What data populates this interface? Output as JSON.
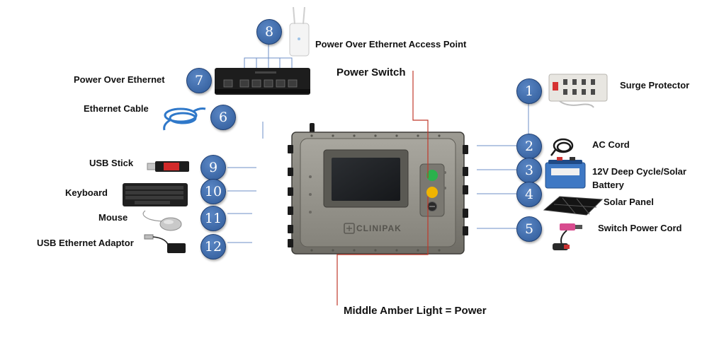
{
  "labels": {
    "poe_access_point": "Power Over Ethernet Access Point",
    "power_over_ethernet": "Power Over Ethernet",
    "ethernet_cable": "Ethernet Cable",
    "usb_stick": "USB Stick",
    "keyboard": "Keyboard",
    "mouse": "Mouse",
    "usb_ethernet_adaptor": "USB Ethernet Adaptor",
    "power_switch": "Power Switch",
    "middle_amber_light": "Middle Amber Light = Power",
    "surge_protector": "Surge Protector",
    "ac_cord": "AC Cord",
    "battery_line1": "12V Deep Cycle/Solar",
    "battery_line2": "Battery",
    "solar_panel": "Solar Panel",
    "switch_power_cord": "Switch Power Cord",
    "brand": "CLINIPAK"
  },
  "numbers": [
    "1",
    "2",
    "3",
    "4",
    "5",
    "6",
    "7",
    "8",
    "9",
    "10",
    "11",
    "12"
  ],
  "colors": {
    "badge_blue": "#3a65a5",
    "leader_red": "#c0392b",
    "leader_blue": "#5b86c4",
    "indicator_green": "#2bb24c",
    "indicator_amber": "#f0b400"
  }
}
